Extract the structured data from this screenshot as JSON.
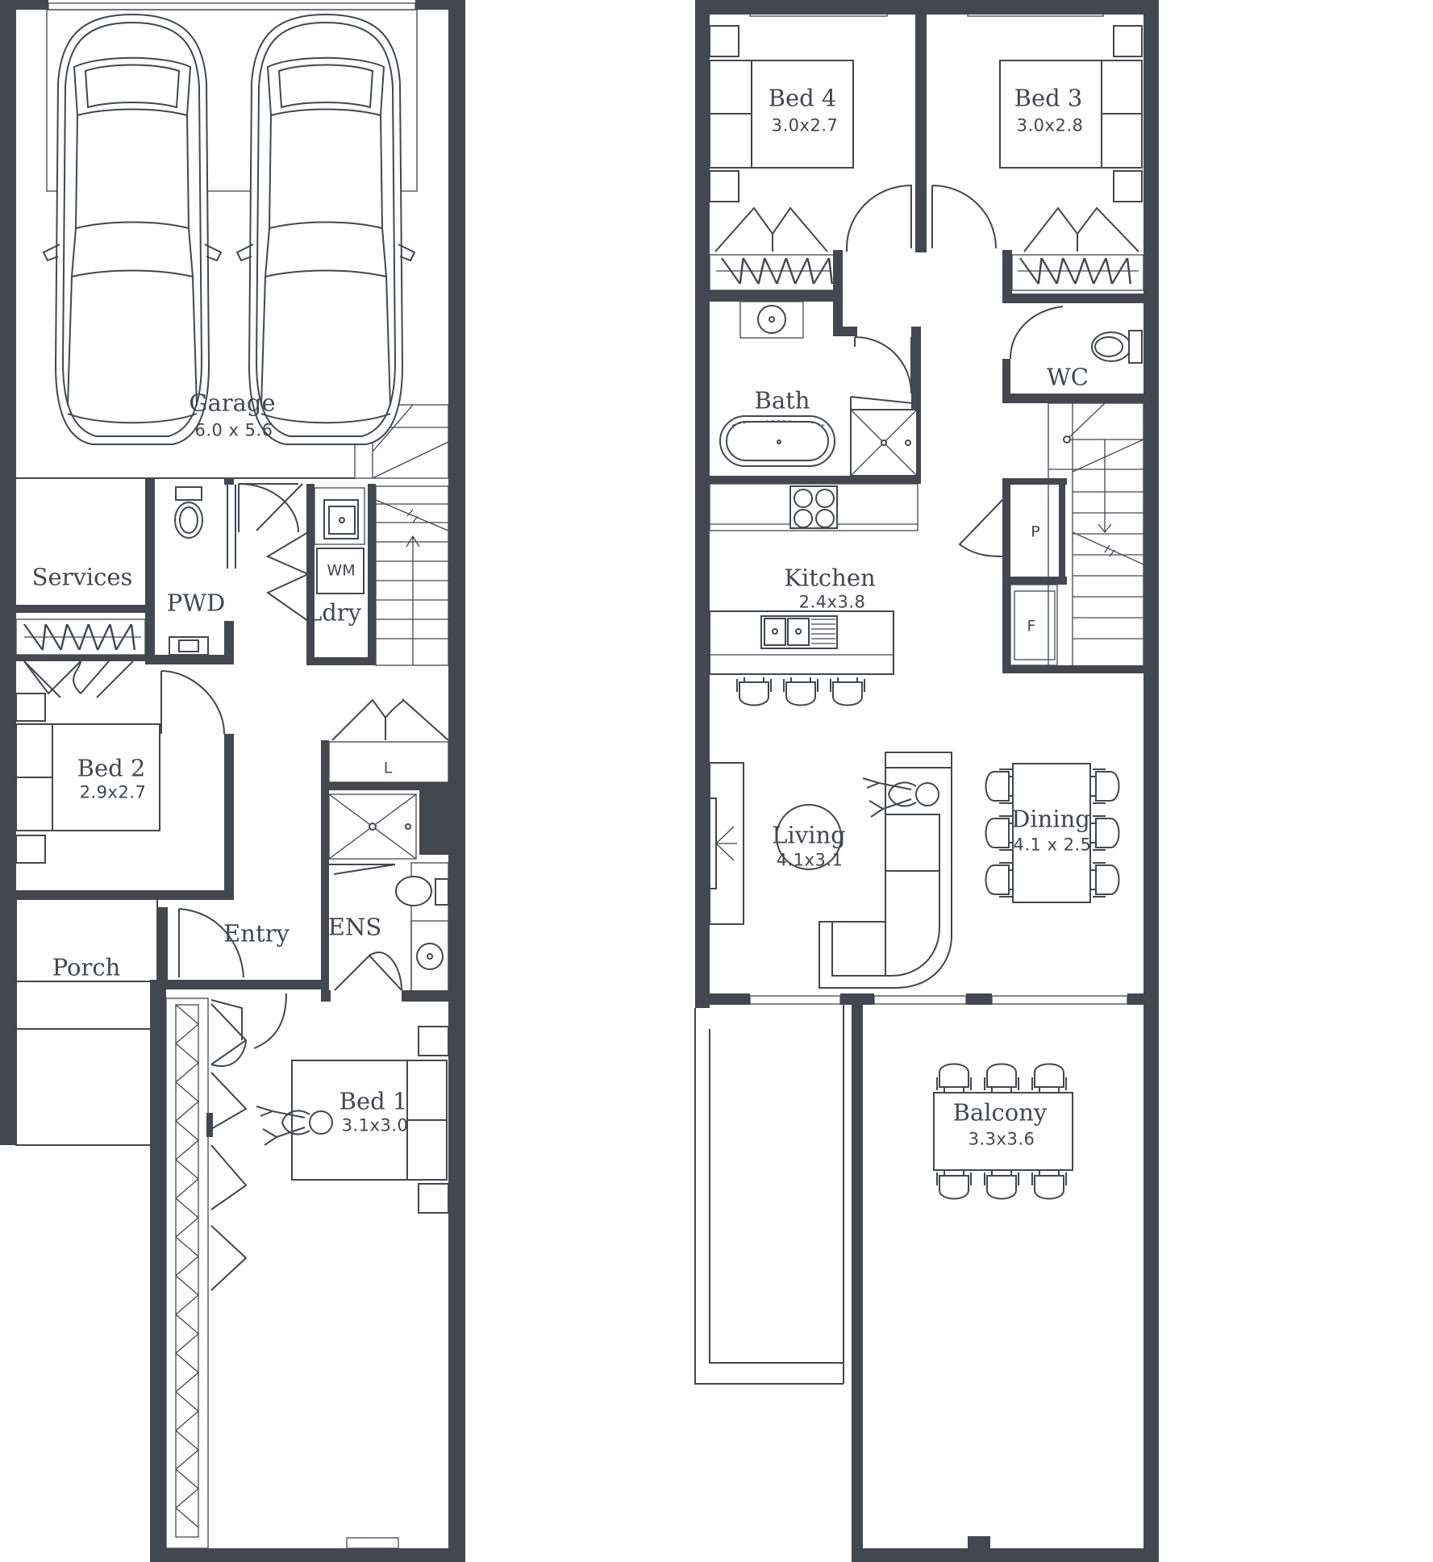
{
  "colors": {
    "wall": "#444650",
    "line": "#444650",
    "text": "#444650",
    "background": "#ffffff"
  },
  "ground_floor": {
    "garage": {
      "name": "Garage",
      "dims": "6.0 x 5.6"
    },
    "services": {
      "name": "Services"
    },
    "pwd": {
      "name": "PWD"
    },
    "laundry": {
      "name": "Ldry",
      "wm": "WM"
    },
    "bed2": {
      "name": "Bed 2",
      "dims": "2.9x2.7"
    },
    "linen": {
      "name": "L"
    },
    "entry": {
      "name": "Entry"
    },
    "ensuite": {
      "name": "ENS"
    },
    "porch": {
      "name": "Porch"
    },
    "bed1": {
      "name": "Bed 1",
      "dims": "3.1x3.0"
    }
  },
  "first_floor": {
    "bed4": {
      "name": "Bed 4",
      "dims": "3.0x2.7"
    },
    "bed3": {
      "name": "Bed 3",
      "dims": "3.0x2.8"
    },
    "bath": {
      "name": "Bath"
    },
    "wc": {
      "name": "WC"
    },
    "kitchen": {
      "name": "Kitchen",
      "dims": "2.4x3.8"
    },
    "pantry": {
      "name": "P"
    },
    "fridge": {
      "name": "F"
    },
    "living": {
      "name": "Living",
      "dims": "4.1x3.1"
    },
    "dining": {
      "name": "Dining",
      "dims": "4.1 x 2.5"
    },
    "balcony": {
      "name": "Balcony",
      "dims": "3.3x3.6"
    }
  }
}
